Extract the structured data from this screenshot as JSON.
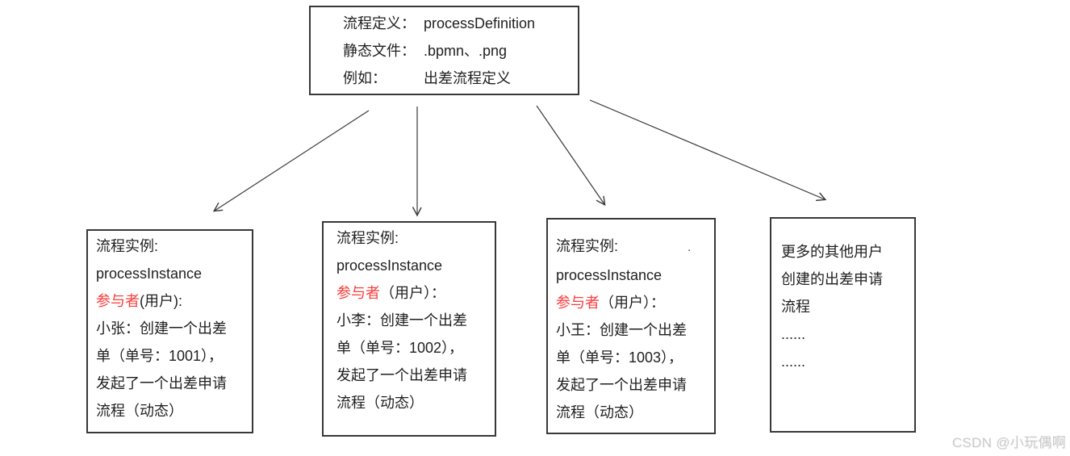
{
  "colors": {
    "text": "#1f1f1f",
    "participant_red": "#fa3c3c",
    "box_border": "#383838",
    "background": "#ffffff",
    "watermark_gray": "#cbcbcb"
  },
  "definition": {
    "lines": [
      {
        "label": "流程定义：",
        "value": "processDefinition"
      },
      {
        "label": "静态文件：",
        "value": ".bpmn、.png"
      },
      {
        "label": "例如：",
        "value": "出差流程定义"
      }
    ]
  },
  "instances": [
    {
      "title": "流程实例:",
      "title_dot": "",
      "subtitle": "processInstance",
      "participant_red": "参与者",
      "participant_rest": "(用户):",
      "body": [
        "小张：创建一个出差",
        "单（单号：1001），",
        "发起了一个出差申请",
        "流程（动态）"
      ]
    },
    {
      "title": "流程实例:",
      "title_dot": "",
      "subtitle": "processInstance",
      "participant_red": "参与者",
      "participant_rest": "（用户）：",
      "body": [
        "小李：创建一个出差",
        "单（单号：1002），",
        "发起了一个出差申请",
        "流程（动态）"
      ]
    },
    {
      "title": "流程实例:",
      "title_dot": ".",
      "subtitle": "processInstance",
      "participant_red": "参与者",
      "participant_rest": "（用户）：",
      "body": [
        "小王：创建一个出差",
        "单（单号：1003），",
        "发起了一个出差申请",
        "流程（动态）"
      ]
    }
  ],
  "more_box": {
    "lines": [
      "更多的其他用户",
      "创建的出差申请",
      "流程",
      "......",
      "......"
    ]
  },
  "edges": [
    {
      "from": "process-definition",
      "to": "process-instance-1"
    },
    {
      "from": "process-definition",
      "to": "process-instance-2"
    },
    {
      "from": "process-definition",
      "to": "process-instance-3"
    },
    {
      "from": "process-definition",
      "to": "more-users-box"
    }
  ],
  "watermark": {
    "text": "CSDN @小玩偶啊"
  }
}
